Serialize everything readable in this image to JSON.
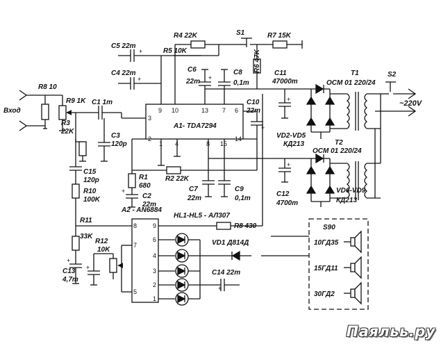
{
  "input_label": "Вход",
  "watermark": "Паяльь.ру",
  "ics": {
    "a1": "A1- TDA7294",
    "a2": "A2 - AN6884",
    "a1_pins": [
      "9",
      "10",
      "13",
      "7",
      "6",
      "3",
      "2",
      "1",
      "4",
      "8",
      "15",
      "14"
    ],
    "a2_pins": [
      "8",
      "7",
      "5",
      "9",
      "6",
      "4",
      "3",
      "2",
      "1"
    ]
  },
  "resistors": {
    "r1": [
      "R1",
      "680"
    ],
    "r2": "R2 22K",
    "r3": [
      "R3",
      "22K"
    ],
    "r4": "R4 22K",
    "r5": "R5 10K",
    "r6": "R6 47K",
    "r7": "R7 15K",
    "r8_in": "R8 10",
    "r8_led": "R8 430",
    "r9": "R9 1K",
    "r10": [
      "R10",
      "100K"
    ],
    "r11": "R11",
    "r11_val": "33K",
    "r12": [
      "R12",
      "10K"
    ]
  },
  "capacitors": {
    "c1": "C1 1m",
    "c2": [
      "C2",
      "22m"
    ],
    "c3": [
      "C3",
      "120p"
    ],
    "c4": "C4 22m",
    "c5": "C5 22m",
    "c6": [
      "C6",
      "22m"
    ],
    "c7": [
      "C7",
      "22m"
    ],
    "c8": [
      "C8",
      "0,1m"
    ],
    "c9": [
      "C9",
      "0,1m"
    ],
    "c10": [
      "C10",
      "22m"
    ],
    "c11": [
      "C11",
      "47000m"
    ],
    "c12": [
      "C12",
      "4700m"
    ],
    "c13": [
      "C13",
      "4,7m"
    ],
    "c14": "C14 22m",
    "c15": [
      "C15",
      "120p"
    ]
  },
  "switches": {
    "s1": "S1",
    "s2": "S2"
  },
  "transformers": {
    "t1": [
      "T1",
      "ОСМ 01 220/24"
    ],
    "t2": [
      "T2",
      "ОСМ 01 220/24"
    ],
    "mains": "~220V"
  },
  "diodes": {
    "vd2_vd5": [
      "VD2-VD5",
      "КД213"
    ],
    "vd6_vd9": [
      "VD6-VD9",
      "КД213"
    ],
    "vd1": "VD1 Д814Д",
    "leds": "HL1-HL5 - АЛ307"
  },
  "speakers": {
    "box": "S90",
    "items": [
      "10ГД35",
      "15ГД11",
      "30ГД2"
    ]
  },
  "polarity": "+"
}
